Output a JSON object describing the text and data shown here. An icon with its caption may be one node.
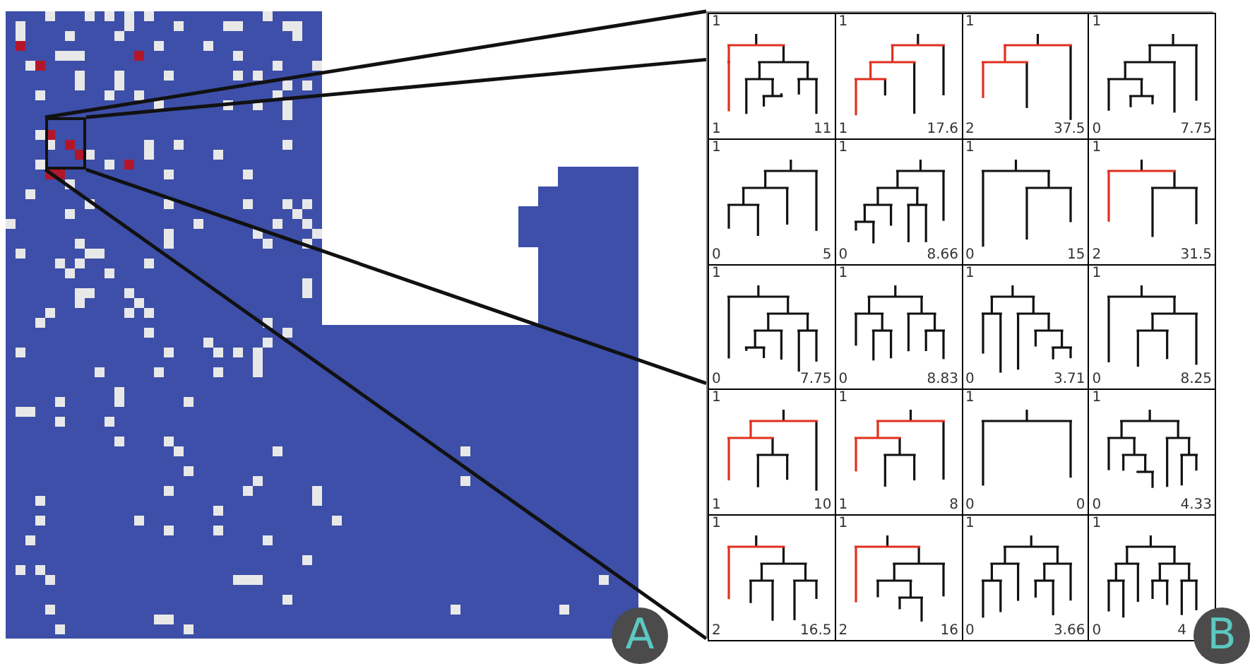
{
  "diagram": {
    "nodes": [
      {
        "text": [],
        "shape": "box"
      },
      {
        "text": [],
        "shape": "box"
      },
      {
        "text": [
          "1",
          "1",
          "11"
        ],
        "in": 1
      },
      {
        "text": [
          "1",
          "1",
          "17.6"
        ],
        "in": 1
      },
      {
        "text": [
          "1",
          "2",
          "37.5"
        ],
        "in": 1
      },
      {
        "text": [
          "1",
          "0",
          "7.75"
        ],
        "in": 1
      },
      {
        "text": [
          "1",
          "0",
          "5"
        ],
        "in": 1
      },
      {
        "text": [
          "1",
          "0",
          "8.66"
        ],
        "in": 1
      },
      {
        "text": [
          "1",
          "0",
          "15"
        ],
        "in": 1
      },
      {
        "text": [
          "1",
          "2",
          "31.5"
        ],
        "in": 1
      },
      {
        "text": [
          "1",
          "0",
          "7.75"
        ],
        "in": 1
      },
      {
        "text": [
          "1",
          "0",
          "8.83"
        ],
        "in": 1
      },
      {
        "text": [
          "1",
          "0",
          "3.71"
        ],
        "in": 1
      },
      {
        "text": [
          "1",
          "0",
          "8.25"
        ],
        "in": 1
      },
      {
        "text": [
          "1",
          "1",
          "10"
        ],
        "in": 1
      },
      {
        "text": [
          "1",
          "1",
          "8"
        ],
        "in": 1
      },
      {
        "text": [
          "1",
          "0",
          "0"
        ],
        "in": 1
      },
      {
        "text": [
          "1",
          "0",
          "4.33"
        ],
        "in": 1
      },
      {
        "text": [
          "1",
          "2",
          "16.5"
        ],
        "in": 1
      },
      {
        "text": [
          "1",
          "2",
          "16"
        ],
        "in": 1
      },
      {
        "text": [
          "1",
          "0",
          "3.66"
        ],
        "in": 1
      },
      {
        "text": [
          "1",
          "0",
          "4"
        ],
        "in": 1
      },
      {
        "text": [
          "A"
        ]
      },
      {
        "text": [
          "B"
        ]
      }
    ],
    "edges": [
      {
        "from": 0,
        "to": 1,
        "arrow": "none"
      },
      {
        "from": 0,
        "to": 1,
        "arrow": "none"
      },
      {
        "from": 0,
        "to": 1,
        "arrow": "none"
      },
      {
        "from": 0,
        "to": 1,
        "arrow": "none"
      }
    ]
  }
}
